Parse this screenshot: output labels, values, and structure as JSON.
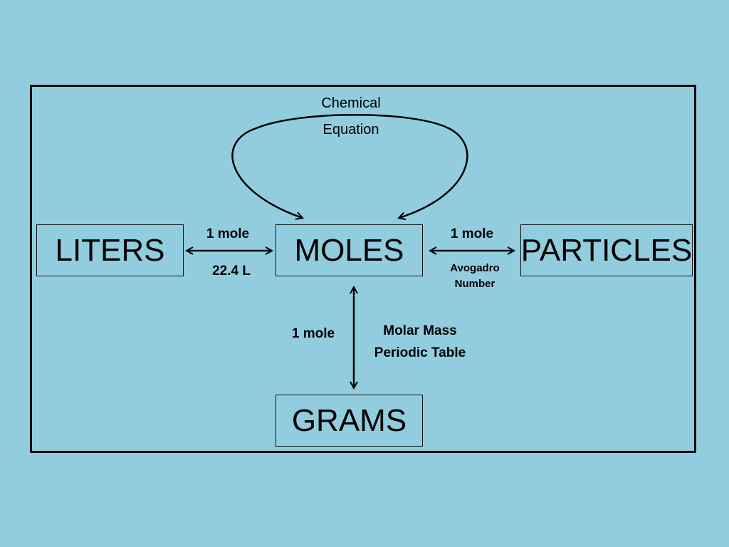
{
  "nodes": {
    "liters": "LITERS",
    "moles": "MOLES",
    "particles": "PARTICLES",
    "grams": "GRAMS"
  },
  "cycle": {
    "line1": "Chemical",
    "line2": "Equation"
  },
  "liters_link": {
    "top": "1 mole",
    "bottom": "22.4 L"
  },
  "particles_link": {
    "top": "1 mole",
    "bottom_line1": "Avogadro",
    "bottom_line2": "Number"
  },
  "grams_link": {
    "left": "1 mole",
    "right_line1": "Molar Mass",
    "right_line2": "Periodic Table"
  },
  "colors": {
    "background": "#92CDDF",
    "line": "#000000"
  }
}
